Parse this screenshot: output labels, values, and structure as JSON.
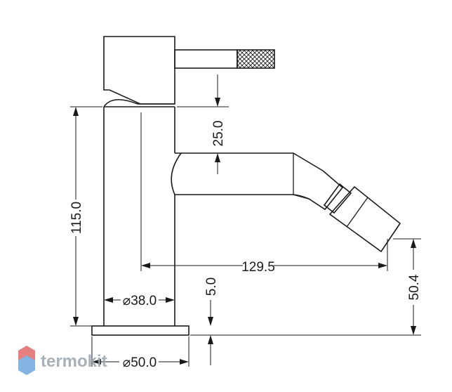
{
  "drawing": {
    "dimensions": {
      "spout_drop": "25.0",
      "total_height": "115.0",
      "spout_reach": "129.5",
      "body_diameter": "⌀38.0",
      "base_thickness": "5.0",
      "base_diameter": "⌀50.0",
      "nozzle_height": "50.4"
    }
  },
  "watermark": {
    "brand": "termokit",
    "colors": {
      "red": "#e06b6b",
      "blue": "#6fa8dc",
      "text": "#9aa4ad"
    }
  }
}
